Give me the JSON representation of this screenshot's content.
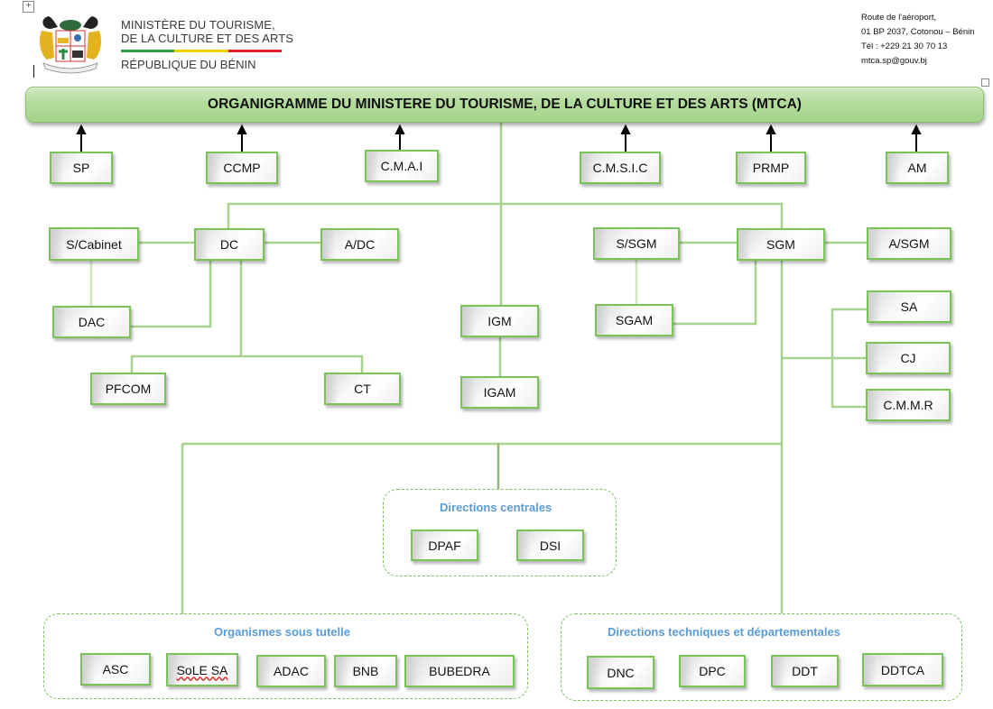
{
  "header": {
    "move_handle_icon": "move-icon",
    "emblem": "benin-coat-of-arms",
    "ministry_line1": "MINISTÈRE DU TOURISME,",
    "ministry_line2": "DE LA CULTURE ET DES ARTS",
    "flag_colors": [
      "#2e9e47",
      "#f3d200",
      "#e0202c"
    ],
    "republic": "RÉPUBLIQUE DU BÉNIN",
    "address": {
      "line1": "Route de l'aéroport,",
      "line2": "01 BP 2037, Cotonou – Bénin",
      "line3": "Tél : +229 21 30 70 13",
      "line4": "mtca.sp@gouv.bj"
    }
  },
  "title": "ORGANIGRAMME DU MINISTERE DU TOURISME, DE LA CULTURE ET DES ARTS (MTCA)",
  "colors": {
    "line_green": "#a9d18e",
    "box_border": "#7cc25a",
    "arrow": "#000000",
    "group_title": "#5b9bd5"
  },
  "top_units": [
    "SP",
    "CCMP",
    "C.M.A.I",
    "C.M.S.I.C",
    "PRMP",
    "AM"
  ],
  "cabinet": {
    "s_cabinet": "S/Cabinet",
    "dc": "DC",
    "a_dc": "A/DC",
    "dac": "DAC",
    "pfcom": "PFCOM",
    "ct": "CT"
  },
  "inspection": {
    "igm": "IGM",
    "igam": "IGAM"
  },
  "secretariat": {
    "s_sgm": "S/SGM",
    "sgm": "SGM",
    "a_sgm": "A/SGM",
    "sgam": "SGAM",
    "sa": "SA",
    "cj": "CJ",
    "cmmr": "C.M.M.R"
  },
  "groups": {
    "centrales": {
      "title": "Directions centrales",
      "units": [
        "DPAF",
        "DSI"
      ]
    },
    "tutelle": {
      "title": "Organismes sous tutelle",
      "units": [
        "ASC",
        "SoLE SA",
        "ADAC",
        "BNB",
        "BUBEDRA"
      ]
    },
    "techniques": {
      "title": "Directions techniques et départementales",
      "units": [
        "DNC",
        "DPC",
        "DDT",
        "DDTCA"
      ]
    }
  }
}
